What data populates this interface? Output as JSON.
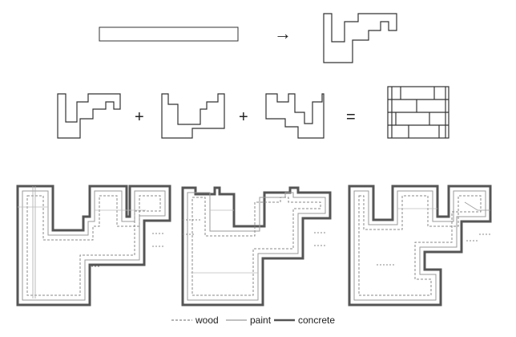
{
  "operators": {
    "arrow": "→",
    "plus_1": "+",
    "plus_2": "+",
    "equals": "="
  },
  "legend": {
    "items": [
      {
        "label": "wood",
        "style": "dashed"
      },
      {
        "label": "paint",
        "style": "thin-solid"
      },
      {
        "label": "concrete",
        "style": "thick-solid"
      }
    ]
  },
  "colors": {
    "wood": "#888888",
    "paint": "#9a9a9a",
    "concrete": "#555555",
    "outline": "#333333"
  }
}
